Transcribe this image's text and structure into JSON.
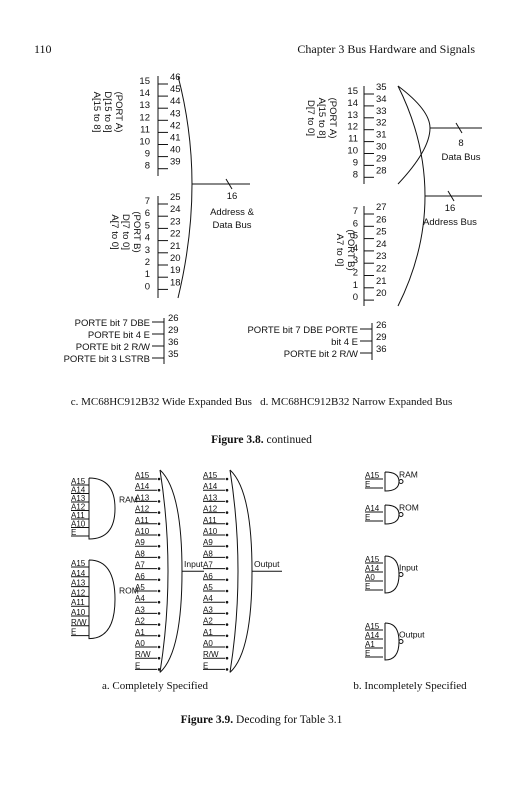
{
  "page_number": "110",
  "running_head": "Chapter 3   Bus Hardware and Signals",
  "fig38": {
    "subcaption": "c. MC68HC912B32 Wide Expanded Bus   d. MC68HC912B32 Narrow Expanded Bus",
    "caption_label": "Figure 3.8.",
    "caption_text": " continued",
    "left": {
      "porta_pins": [
        "46",
        "45",
        "44",
        "43",
        "42",
        "41",
        "40",
        "39"
      ],
      "porta_bits": [
        "15",
        "14",
        "13",
        "12",
        "11",
        "10",
        "9",
        "8"
      ],
      "porta_label": [
        "(PORT A)",
        "D[15 to 8]",
        "A[15 to 8]"
      ],
      "portb_pins": [
        "25",
        "24",
        "23",
        "22",
        "21",
        "20",
        "19",
        "18"
      ],
      "portb_bits": [
        "7",
        "6",
        "5",
        "4",
        "3",
        "2",
        "1",
        "0"
      ],
      "portb_label": [
        "(PORT B)",
        "D[7 to 0]",
        "A[7 to 0]"
      ],
      "bus_width": "16",
      "bus_label": [
        "Address &",
        "Data Bus"
      ],
      "ctrl": [
        {
          "label": "PORTE bit 7 DBE",
          "pin": "26"
        },
        {
          "label": "PORTE bit 4 E",
          "pin": "29"
        },
        {
          "label": "PORTE bit 2 R/W",
          "pin": "36"
        },
        {
          "label": "PORTE bit 3 LSTRB",
          "pin": "35"
        }
      ]
    },
    "right": {
      "porta_pins": [
        "35",
        "34",
        "33",
        "32",
        "31",
        "30",
        "29",
        "28"
      ],
      "porta_bits": [
        "15",
        "14",
        "13",
        "12",
        "11",
        "10",
        "9",
        "8"
      ],
      "porta_label": [
        "(PORT A)",
        "A[15 to 8]",
        "D[7 to 0]"
      ],
      "portb_pins": [
        "27",
        "26",
        "25",
        "24",
        "23",
        "22",
        "21",
        "20"
      ],
      "portb_bits": [
        "7",
        "6",
        "5",
        "4",
        "3",
        "2",
        "1",
        "0"
      ],
      "portb_label": [
        "(PORT B)",
        "A7 to 0]"
      ],
      "data_bus_width": "8",
      "data_bus_label": "Data Bus",
      "addr_bus_width": "16",
      "addr_bus_label": "Address Bus",
      "ctrl": [
        {
          "label": "PORTE bit 7 DBE PORTE",
          "pin": "26"
        },
        {
          "label": "bit 4 E",
          "pin": "29"
        },
        {
          "label": "PORTE bit 2 R/W",
          "pin": "36"
        }
      ]
    }
  },
  "fig39": {
    "caption_label": "Figure 3.9.",
    "caption_text": " Decoding for Table 3.1",
    "sub_a": "a. Completely Specified",
    "sub_b": "b. Incompletely Specified",
    "ram_inputs": [
      "A15",
      "A14",
      "A13",
      "A12",
      "A11",
      "A10",
      "E"
    ],
    "ram_label": "RAM",
    "rom_inputs": [
      "A15",
      "A14",
      "A13",
      "A12",
      "A11",
      "A10",
      "R/W",
      "E"
    ],
    "rom_label": "ROM",
    "input_inputs": [
      "A15",
      "A14",
      "A13",
      "A12",
      "A11",
      "A10",
      "A9",
      "A8",
      "A7",
      "A6",
      "A5",
      "A4",
      "A3",
      "A2",
      "A1",
      "A0",
      "R/W",
      "E"
    ],
    "input_label": "Input",
    "output_inputs": [
      "A15",
      "A14",
      "A13",
      "A12",
      "A11",
      "A10",
      "A9",
      "A8",
      "A7",
      "A6",
      "A5",
      "A4",
      "A3",
      "A2",
      "A1",
      "A0",
      "R/W",
      "E"
    ],
    "output_label": "Output",
    "b_gates": [
      {
        "inputs": [
          "A15",
          "E"
        ],
        "label": "RAM"
      },
      {
        "inputs": [
          "A14",
          "E"
        ],
        "label": "ROM"
      },
      {
        "inputs": [
          "A15",
          "A14",
          "A0",
          "E"
        ],
        "label": "Input"
      },
      {
        "inputs": [
          "A15",
          "A14",
          "A1",
          "E"
        ],
        "label": "Output"
      }
    ]
  }
}
